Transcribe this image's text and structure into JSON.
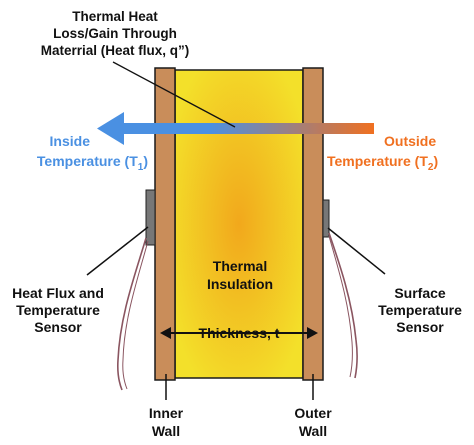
{
  "colors": {
    "wall": "#C98D5A",
    "wall_stroke": "#1a1a1a",
    "insulation_center": "#F2A81C",
    "insulation_edge": "#F3E02A",
    "arrow_inside": "#4A90E2",
    "arrow_outside": "#F07020",
    "inside_text": "#4A90E2",
    "outside_text": "#F07020",
    "sensor": "#777777",
    "wire": "#8a5560",
    "text": "#111111"
  },
  "labels": {
    "heat_flux_line1": "Thermal Heat",
    "heat_flux_line2": "Loss/Gain Through",
    "heat_flux_line3": "Materrial (Heat flux, q”)",
    "inside_line1": "Inside",
    "inside_line2_main": "Temperature (T",
    "inside_sub": "1",
    "inside_close": ")",
    "outside_line1": "Outside",
    "outside_line2_main": "Temperature (T",
    "outside_sub": "2",
    "outside_close": ")",
    "insulation_line1": "Thermal",
    "insulation_line2": "Insulation",
    "thickness": "Thickness, t",
    "hf_sensor_line1": "Heat Flux and",
    "hf_sensor_line2": "Temperature",
    "hf_sensor_line3": "Sensor",
    "surface_sensor_line1": "Surface",
    "surface_sensor_line2": "Temperature",
    "surface_sensor_line3": "Sensor",
    "inner_wall_line1": "Inner",
    "inner_wall_line2": "Wall",
    "outer_wall_line1": "Outer",
    "outer_wall_line2": "Wall"
  }
}
